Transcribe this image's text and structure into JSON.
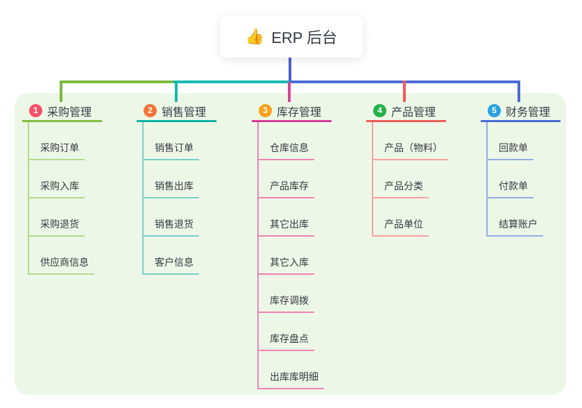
{
  "root": {
    "icon": "👍",
    "title": "ERP 后台"
  },
  "branches": [
    {
      "num": "1",
      "label": "采购管理",
      "items": [
        "采购订单",
        "采购入库",
        "采购退货",
        "供应商信息"
      ]
    },
    {
      "num": "2",
      "label": "销售管理",
      "items": [
        "销售订单",
        "销售出库",
        "销售退货",
        "客户信息"
      ]
    },
    {
      "num": "3",
      "label": "库存管理",
      "items": [
        "仓库信息",
        "产品库存",
        "其它出库",
        "其它入库",
        "库存调拨",
        "库存盘点",
        "出库库明细"
      ]
    },
    {
      "num": "4",
      "label": "产品管理",
      "items": [
        "产品（物料）",
        "产品分类",
        "产品单位"
      ]
    },
    {
      "num": "5",
      "label": "财务管理",
      "items": [
        "回款单",
        "付款单",
        "结算账户"
      ]
    }
  ],
  "colors": {
    "panel_bg": "#edf7e8",
    "stem": "#4b5fd0",
    "connector_left_green": "#7cb93e",
    "connector_left_teal": "#16b8ae",
    "connector_right_blue": "#4a6bd6",
    "drop_magenta": "#d8439b",
    "drop_red": "#f25b5b",
    "branches": [
      {
        "main": "#84bb43",
        "light": "#b3d98b",
        "badge": "#f4516c"
      },
      {
        "main": "#12b2a6",
        "light": "#79cfc8",
        "badge": "#f77235"
      },
      {
        "main": "#d33d98",
        "light": "#ef82b5",
        "badge": "#f9a11d"
      },
      {
        "main": "#f25b5b",
        "light": "#f7a0a0",
        "badge": "#26b14c"
      },
      {
        "main": "#4a6bd2",
        "light": "#95abe1",
        "badge": "#29a3e3"
      }
    ]
  }
}
